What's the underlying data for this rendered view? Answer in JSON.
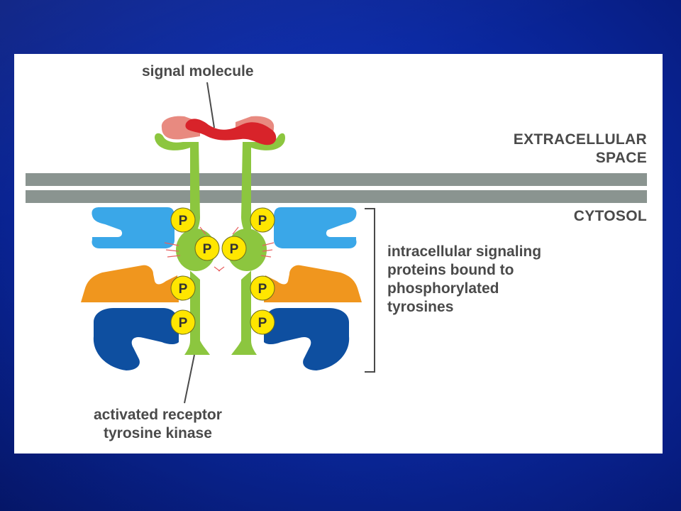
{
  "labels": {
    "signal_molecule": "signal molecule",
    "extracellular": "EXTRACELLULAR\nSPACE",
    "cytosol": "CYTOSOL",
    "intracellular_proteins": "intracellular signaling\nproteins bound to\nphosphorylated\ntyrosines",
    "receptor": "activated receptor\ntyrosine kinase",
    "phospho": "P"
  },
  "colors": {
    "slide_background": "#0b2aa6",
    "panel": "#ffffff",
    "membrane": "#8a9490",
    "receptor": "#8cc63f",
    "phosphate": "#ffe600",
    "signal_molecule": "#d8232a",
    "signal_binding_site": "#e88a80",
    "protein_light_blue": "#3aa7e8",
    "protein_orange": "#f0961e",
    "protein_dark_blue": "#0e4fa0",
    "label_text": "#4a4a4a"
  }
}
